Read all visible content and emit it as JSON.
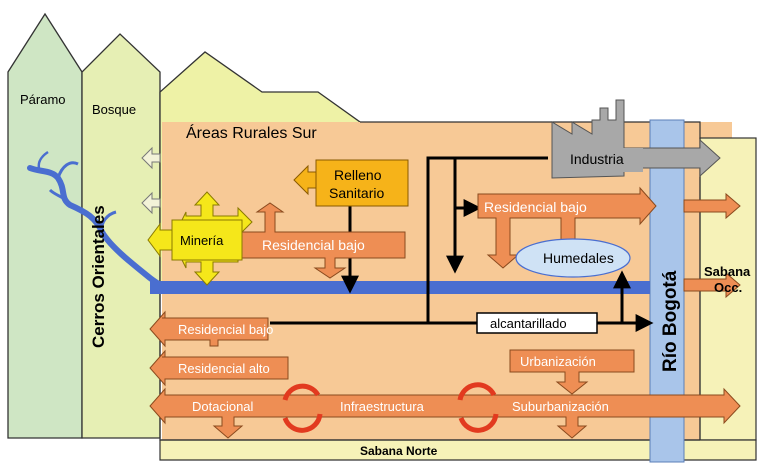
{
  "regions": {
    "paramo": "Páramo",
    "bosque": "Bosque",
    "areas_rurales_sur": "Áreas Rurales Sur",
    "cerros_orientales": "Cerros Orientales",
    "sabana_occ": [
      "Sabana",
      "Occ."
    ],
    "sabana_norte": "Sabana Norte",
    "rio_bogota": "Río Bogotá"
  },
  "land_uses": {
    "relleno_sanitario": [
      "Relleno",
      "Sanitario"
    ],
    "mineria": "Minería",
    "residencial_bajo_sur": "Residencial bajo",
    "industria": "Industria",
    "residencial_bajo_norte": "Residencial bajo",
    "humedales": "Humedales",
    "residencial_bajo_west": "Residencial bajo",
    "residencial_alto": "Residencial alto",
    "alcantarillado": "alcantarillado",
    "urbanizacion": "Urbanización",
    "dotacional": "Dotacional",
    "infraestructura": "Infraestructura",
    "suburbanizacion": "Suburbanización"
  },
  "colors": {
    "paramo": "#cfe6c4",
    "bosque": "#e6efb4",
    "rural": "#eef2a6",
    "urban": "#f7c996",
    "sabana": "#f6f2b8",
    "river_main": "#4a6ed0",
    "rio_bogota": "#a9c5ea",
    "orange_box": "#ee8e54",
    "mineria": "#f5e71a",
    "relleno": "#f6b319",
    "industry": "#a8a8a8",
    "humedales": "#cfe2f5",
    "cycle": "#e23a1f"
  }
}
